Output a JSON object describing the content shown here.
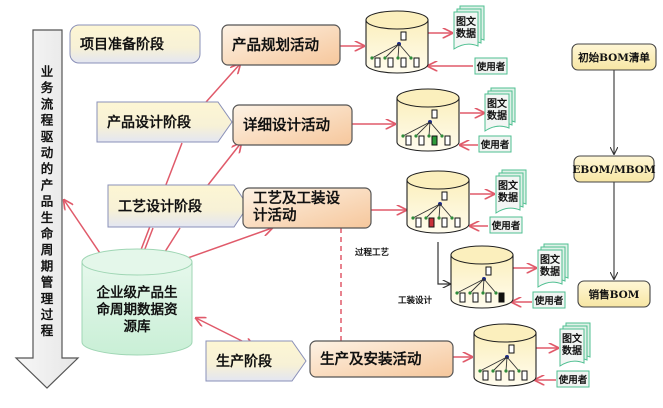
{
  "side_arrow": {
    "label": "业务流程驱动的产品生命周期管理过程"
  },
  "stages": [
    {
      "id": "project-prep",
      "label": "项目准备阶段"
    },
    {
      "id": "product-design",
      "label": "产品设计阶段"
    },
    {
      "id": "process-design",
      "label": "工艺设计阶段"
    },
    {
      "id": "production",
      "label": "生产阶段"
    }
  ],
  "activities": [
    {
      "id": "product-planning",
      "lines": [
        "产品规划活动"
      ]
    },
    {
      "id": "detailed-design",
      "lines": [
        "详细设计活动"
      ]
    },
    {
      "id": "process-tooling",
      "lines": [
        "工艺及工装设",
        "计活动"
      ]
    },
    {
      "id": "production-install",
      "lines": [
        "生产及安装活动"
      ]
    }
  ],
  "central_repository": {
    "lines": [
      "企业级产品生",
      "命周期数据资",
      "源库"
    ]
  },
  "repositories": [
    {
      "id": "repo-planning",
      "docs_lines": [
        "图文",
        "数据"
      ],
      "user_label": "使用者"
    },
    {
      "id": "repo-detail",
      "docs_lines": [
        "图文",
        "数据"
      ],
      "user_label": "使用者"
    },
    {
      "id": "repo-process",
      "docs_lines": [
        "图文",
        "数据"
      ],
      "user_label": "使用者"
    },
    {
      "id": "repo-tooling",
      "docs_lines": [
        "图文",
        "数据"
      ],
      "user_label": "使用者"
    },
    {
      "id": "repo-production",
      "docs_lines": [
        "图文",
        "数据"
      ],
      "user_label": "使用者"
    }
  ],
  "branch_labels": {
    "process_route": "过程工艺",
    "tooling_design": "工装设计"
  },
  "bom_flow": [
    {
      "id": "initial-bom",
      "label": "初始BOM清单"
    },
    {
      "id": "ebom-mbom",
      "label": "EBOM/MBOM"
    },
    {
      "id": "sales-bom",
      "label": "销售BOM"
    }
  ],
  "colors": {
    "arrow_red": "#e05a6a",
    "stage_fill_top": "#fdf6d4",
    "stage_fill_bottom": "#e3e6f2",
    "activity_fill_top": "#fdeedd",
    "activity_fill_bottom": "#f6caa0",
    "repo_fill_top": "#fcf1c4",
    "repo_fill_bottom": "#fffbeb",
    "central_fill": "#d5f3df",
    "doc_border": "#4fbf91",
    "bom_fill": "#fcefb8"
  }
}
